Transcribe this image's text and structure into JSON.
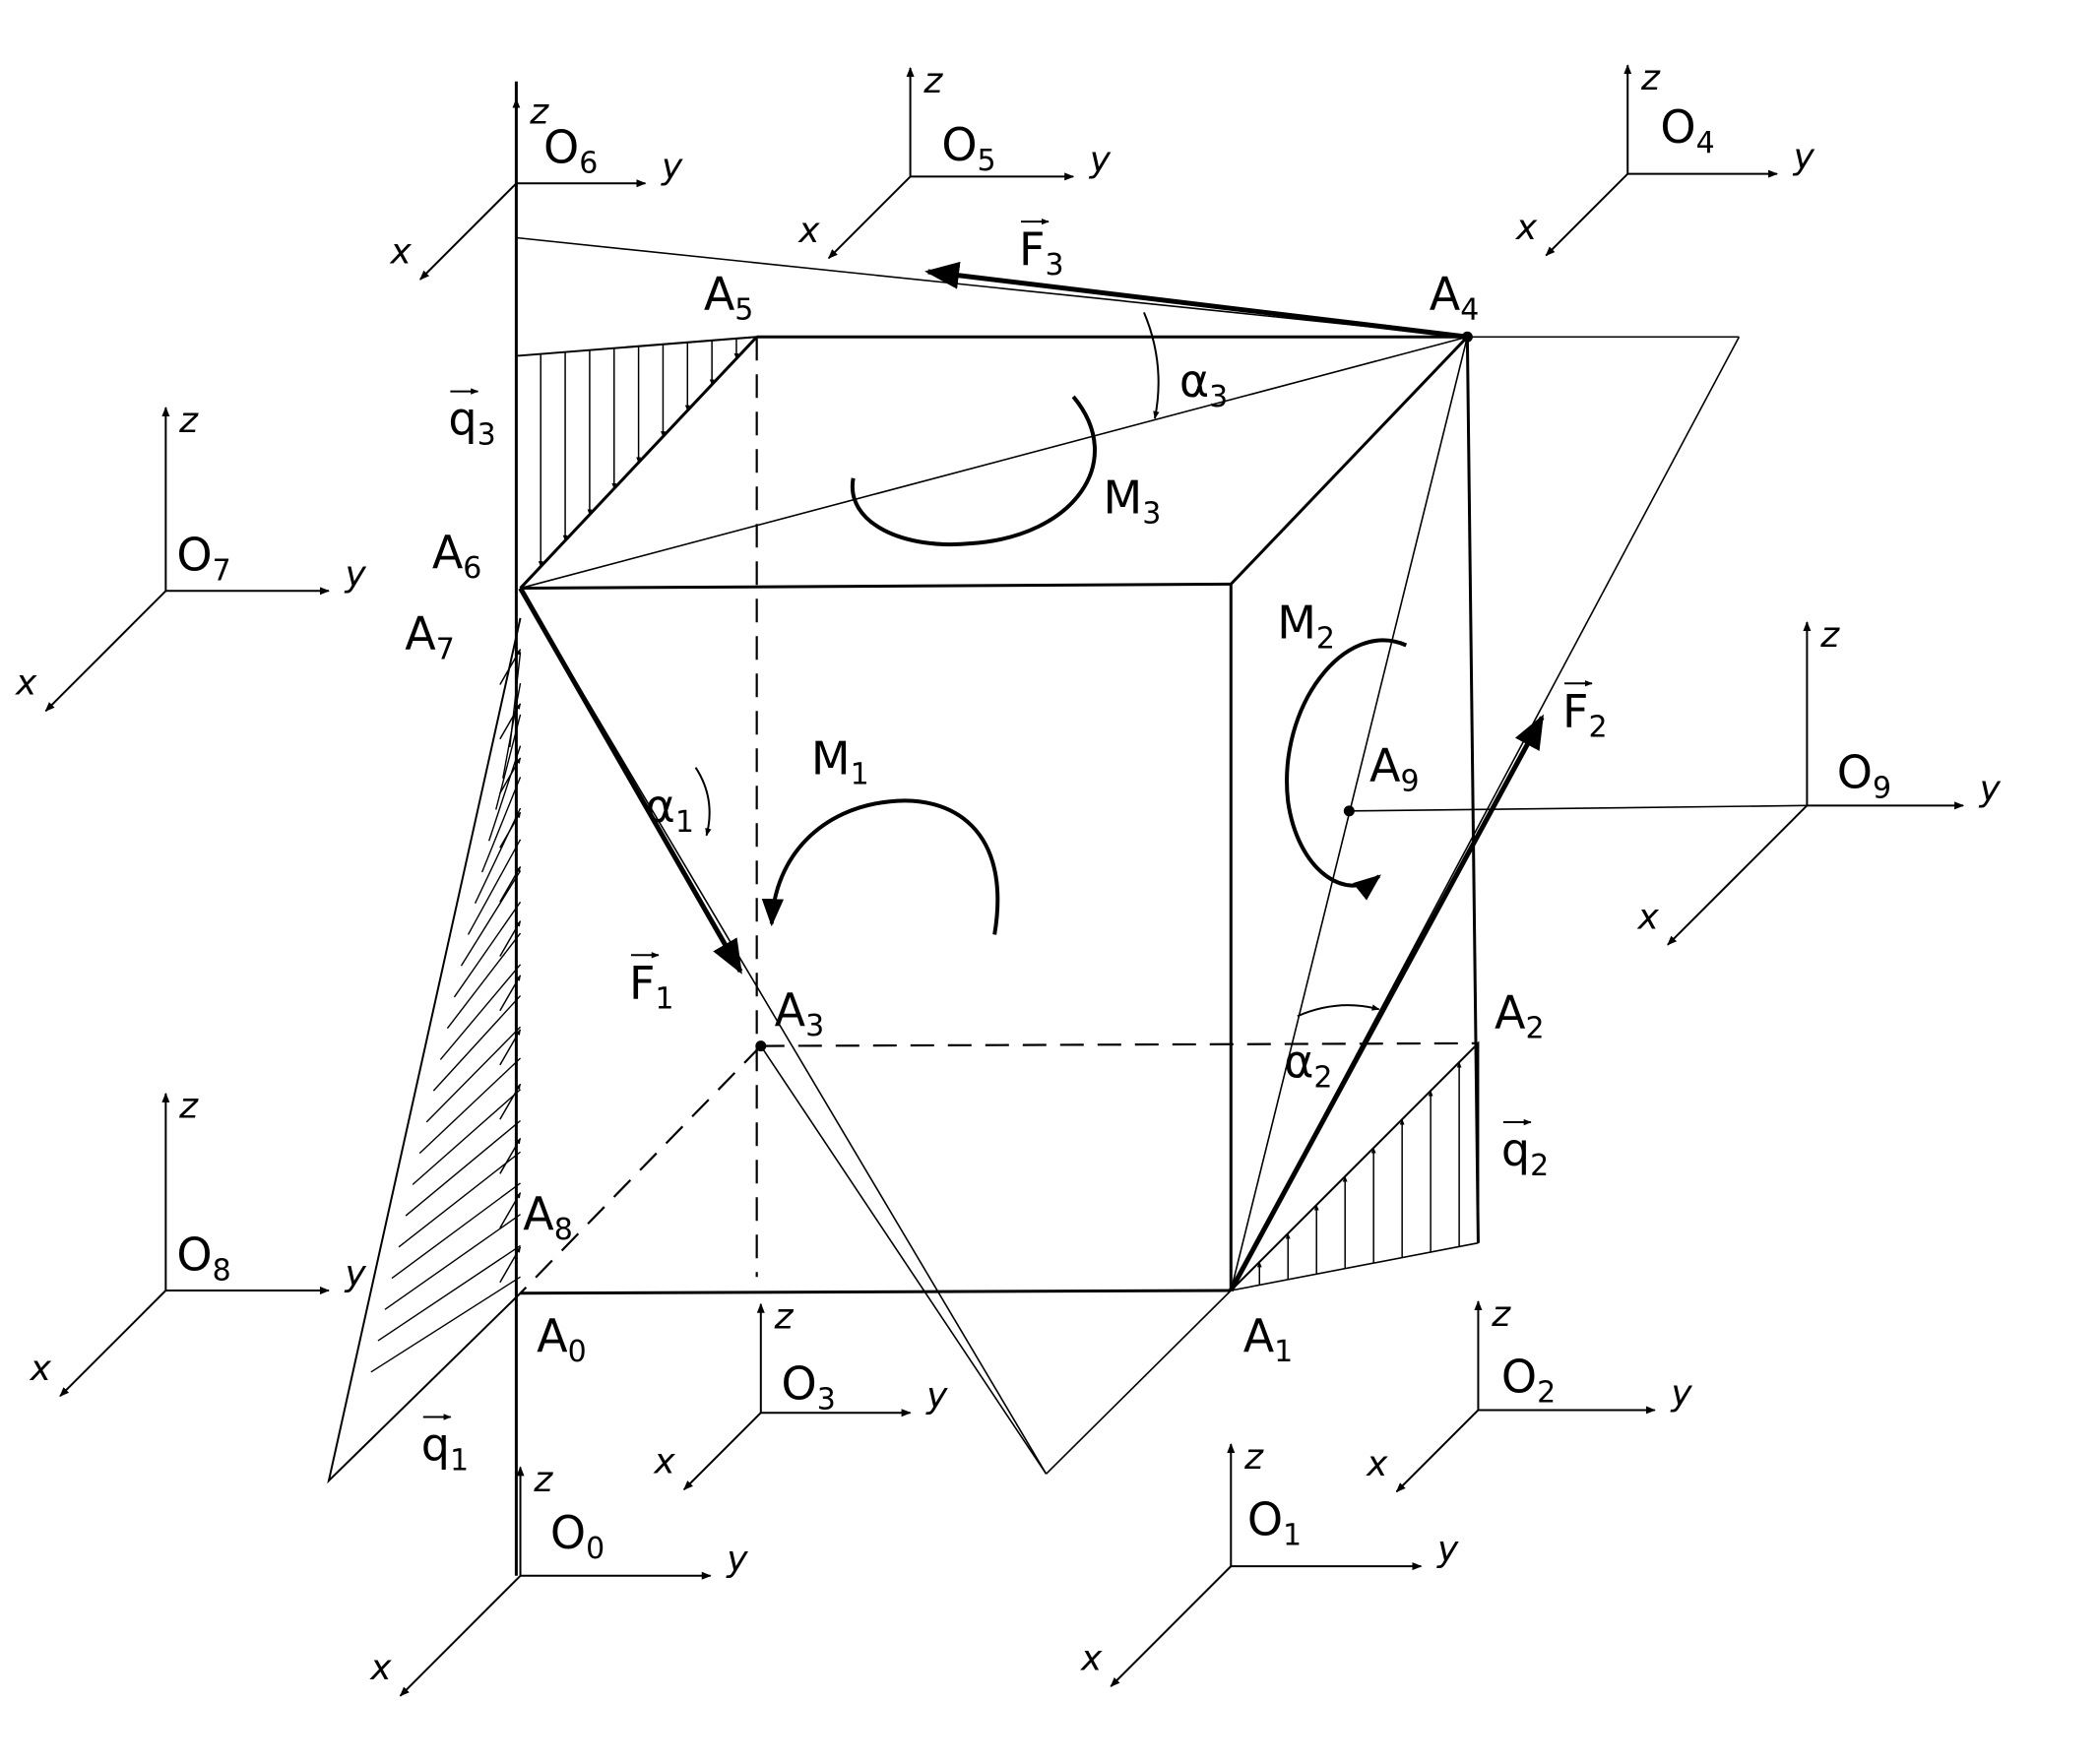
{
  "points": {
    "A0": {
      "letter": "A",
      "sub": "0"
    },
    "A1": {
      "letter": "A",
      "sub": "1"
    },
    "A2": {
      "letter": "A",
      "sub": "2"
    },
    "A3": {
      "letter": "A",
      "sub": "3"
    },
    "A4": {
      "letter": "A",
      "sub": "4"
    },
    "A5": {
      "letter": "A",
      "sub": "5"
    },
    "A6": {
      "letter": "A",
      "sub": "6"
    },
    "A7": {
      "letter": "A",
      "sub": "7"
    },
    "A8": {
      "letter": "A",
      "sub": "8"
    },
    "A9": {
      "letter": "A",
      "sub": "9"
    }
  },
  "origins": {
    "O0": {
      "letter": "O",
      "sub": "0"
    },
    "O1": {
      "letter": "O",
      "sub": "1"
    },
    "O2": {
      "letter": "O",
      "sub": "2"
    },
    "O3": {
      "letter": "O",
      "sub": "3"
    },
    "O4": {
      "letter": "O",
      "sub": "4"
    },
    "O5": {
      "letter": "O",
      "sub": "5"
    },
    "O6": {
      "letter": "O",
      "sub": "6"
    },
    "O7": {
      "letter": "O",
      "sub": "7"
    },
    "O8": {
      "letter": "O",
      "sub": "8"
    },
    "O9": {
      "letter": "O",
      "sub": "9"
    }
  },
  "axes": {
    "x": "x",
    "y": "y",
    "z": "z"
  },
  "forces": {
    "F1": {
      "letter": "F",
      "sub": "1"
    },
    "F2": {
      "letter": "F",
      "sub": "2"
    },
    "F3": {
      "letter": "F",
      "sub": "3"
    }
  },
  "moments": {
    "M1": {
      "letter": "M",
      "sub": "1"
    },
    "M2": {
      "letter": "M",
      "sub": "2"
    },
    "M3": {
      "letter": "M",
      "sub": "3"
    }
  },
  "loads": {
    "q1": {
      "letter": "q",
      "sub": "1"
    },
    "q2": {
      "letter": "q",
      "sub": "2"
    },
    "q3": {
      "letter": "q",
      "sub": "3"
    }
  },
  "angles": {
    "alpha1": {
      "letter": "α",
      "sub": "1"
    },
    "alpha2": {
      "letter": "α",
      "sub": "2"
    },
    "alpha3": {
      "letter": "α",
      "sub": "3"
    }
  },
  "colors": {
    "ink": "#000000",
    "paper": "#ffffff"
  }
}
